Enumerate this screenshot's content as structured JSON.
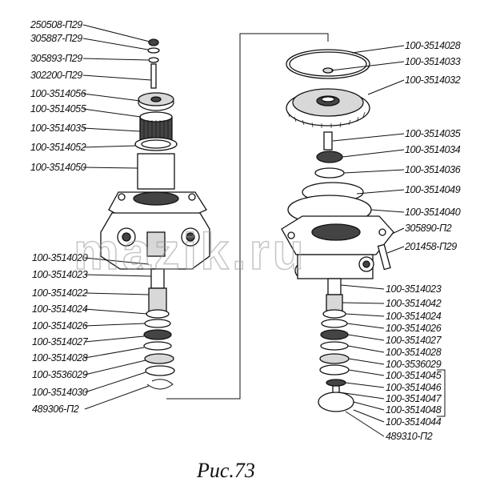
{
  "left_labels": [
    "250508-П29",
    "305887-П29",
    "305893-П29",
    "302200-П29",
    "100-3514056",
    "100-3514055",
    "100-3514035",
    "100-3514052",
    "100-3514050",
    "100-3514020",
    "100-3514023",
    "100-3514022",
    "100-3514024",
    "100-3514026",
    "100-3514027",
    "100-3514028",
    "100-3536029",
    "100-3514030",
    "489306-П2"
  ],
  "right_labels": [
    "100-3514028",
    "100-3514033",
    "100-3514032",
    "100-3514035",
    "100-3514034",
    "100-3514036",
    "100-3514049",
    "100-3514040",
    "305890-П2",
    "201458-П29",
    "100-3514023",
    "100-3514042",
    "100-3514024",
    "100-3514026",
    "100-3514027",
    "100-3514028",
    "100-3536029",
    "100-3514045",
    "100-3514046",
    "100-3514047",
    "100-3514048",
    "100-3514044",
    "489310-П2"
  ],
  "caption": "Рис.73",
  "watermark": "mazik.ru"
}
